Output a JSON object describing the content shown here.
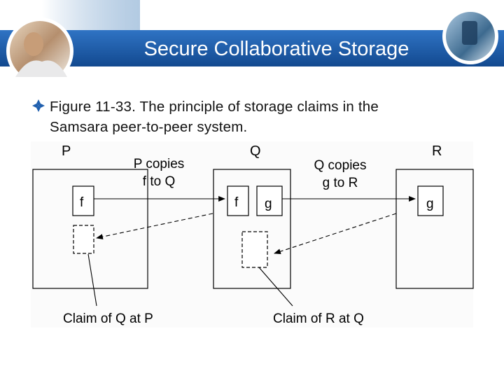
{
  "slide": {
    "title": "Secure Collaborative Storage",
    "bullet_line1": "Figure 11-33. The principle of storage claims in the",
    "bullet_line2": "Samsara peer-to-peer system."
  },
  "figure": {
    "nodes": [
      "P",
      "Q",
      "R"
    ],
    "files": {
      "p_file": "f",
      "q_file_f": "f",
      "q_file_g": "g",
      "r_file": "g"
    },
    "copy_labels": {
      "p_line1": "P copies",
      "p_line2": "f to Q",
      "q_line1": "Q copies",
      "q_line2": "g to R"
    },
    "claim_labels": {
      "claim_q_at_p": "Claim of Q at P",
      "claim_r_at_q": "Claim of R at Q"
    }
  },
  "colors": {
    "header_blue": "#1a5aa8",
    "header_light": "#5d97d6",
    "bullet_blue": "#1f5fae",
    "line": "#000000",
    "figure_bg": "#fbfbfb"
  }
}
